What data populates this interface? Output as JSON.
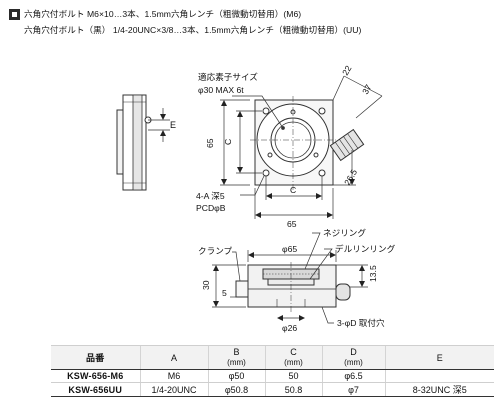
{
  "notes": [
    "六角穴付ボルト M6×10…3本、1.5mm六角レンチ（粗微動切替用）(M6)",
    "六角穴付ボルト（黒） 1/4-20UNC×3/8…3本、1.5mm六角レンチ（粗微動切替用）(UU)"
  ],
  "drawing": {
    "label_E": "E",
    "label_sensor_size": "適応素子サイズ",
    "label_sensor_spec": "φ30 MAX 6t",
    "dim_22": "22",
    "dim_37": "37",
    "dim_65_vertical": "65",
    "dim_C_vertical": "C",
    "dim_26_5": "26.5",
    "label_hole": "4-A 深5",
    "label_pcd": "PCDφB",
    "dim_C_horizontal": "C",
    "dim_65_horizontal": "65",
    "label_nejiring": "ネジリング",
    "label_delrin": "デルリンリング",
    "label_clamp": "クランプ",
    "dim_phi65": "φ65",
    "dim_30": "30",
    "dim_5": "5",
    "dim_13_5": "13.5",
    "dim_phi26": "φ26",
    "label_mount_hole": "3-φD 取付穴"
  },
  "table": {
    "headers": {
      "model": "品番",
      "a": "A",
      "b": "B",
      "b_unit": "(mm)",
      "c": "C",
      "c_unit": "(mm)",
      "d": "D",
      "d_unit": "(mm)",
      "e": "E"
    },
    "rows": [
      {
        "model": "KSW-656-M6",
        "a": "M6",
        "b": "φ50",
        "c": "50",
        "d": "φ6.5",
        "e": ""
      },
      {
        "model": "KSW-656UU",
        "a": "1/4-20UNC",
        "b": "φ50.8",
        "c": "50.8",
        "d": "φ7",
        "e": "8-32UNC 深5"
      }
    ]
  }
}
